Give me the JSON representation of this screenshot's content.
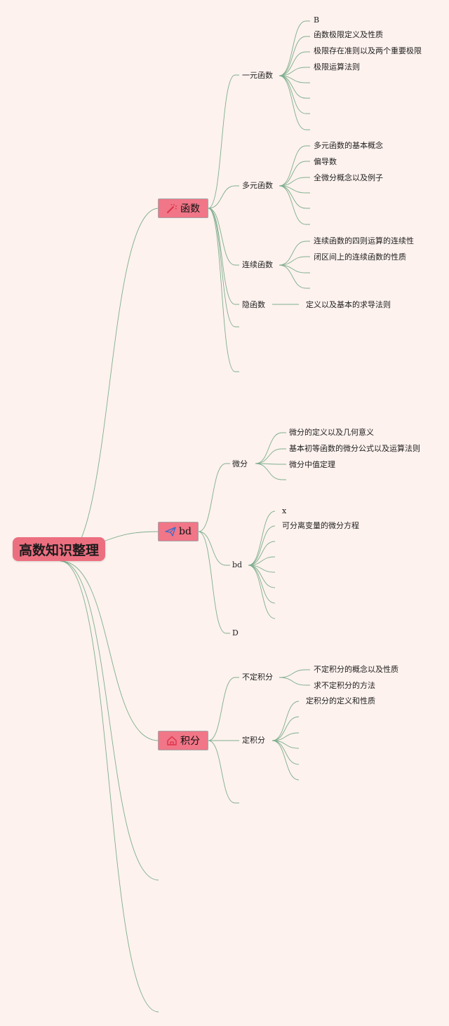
{
  "root": {
    "label": "高数知识整理"
  },
  "branches": {
    "hanshu": {
      "label": "函数",
      "icon": "magic-wand-icon",
      "subs": {
        "yiyuan": {
          "label": "一元函数",
          "leaves": [
            "B",
            "函数极限定义及性质",
            "极限存在准则以及两个重要极限",
            "极限运算法则"
          ]
        },
        "duoyuan": {
          "label": "多元函数",
          "leaves": [
            "多元函数的基本概念",
            "偏导数",
            "全微分概念以及例子"
          ]
        },
        "lianxu": {
          "label": "连续函数",
          "leaves": [
            "连续函数的四则运算的连续性",
            "闭区间上的连续函数的性质"
          ]
        },
        "yin": {
          "label": "隐函数",
          "leaves": [
            "定义以及基本的求导法则"
          ]
        }
      }
    },
    "bd": {
      "label": "bd",
      "icon": "paper-plane-icon",
      "subs": {
        "weifen": {
          "label": "微分",
          "leaves": [
            "微分的定义以及几何意义",
            "基本初等函数的微分公式以及运算法则",
            "微分中值定理"
          ]
        },
        "bd2": {
          "label": "bd",
          "leaves": [
            "x",
            "可分离变量的微分方程"
          ]
        },
        "d": {
          "label": "D"
        }
      }
    },
    "jifen": {
      "label": "积分",
      "icon": "home-icon",
      "subs": {
        "budingjifen": {
          "label": "不定积分",
          "leaves": [
            "不定积分的概念以及性质",
            "求不定积分的方法"
          ]
        },
        "dingjifen": {
          "label": "定积分",
          "leaves": [
            "定积分的定义和性质"
          ]
        }
      }
    }
  },
  "colors": {
    "background": "#fdf2ee",
    "root_fill": "#ec6f80",
    "branch_fill": "#f07688",
    "connector": "#7fae8e",
    "icon_red": "#e0344a",
    "icon_blue": "#3c6cc8"
  }
}
